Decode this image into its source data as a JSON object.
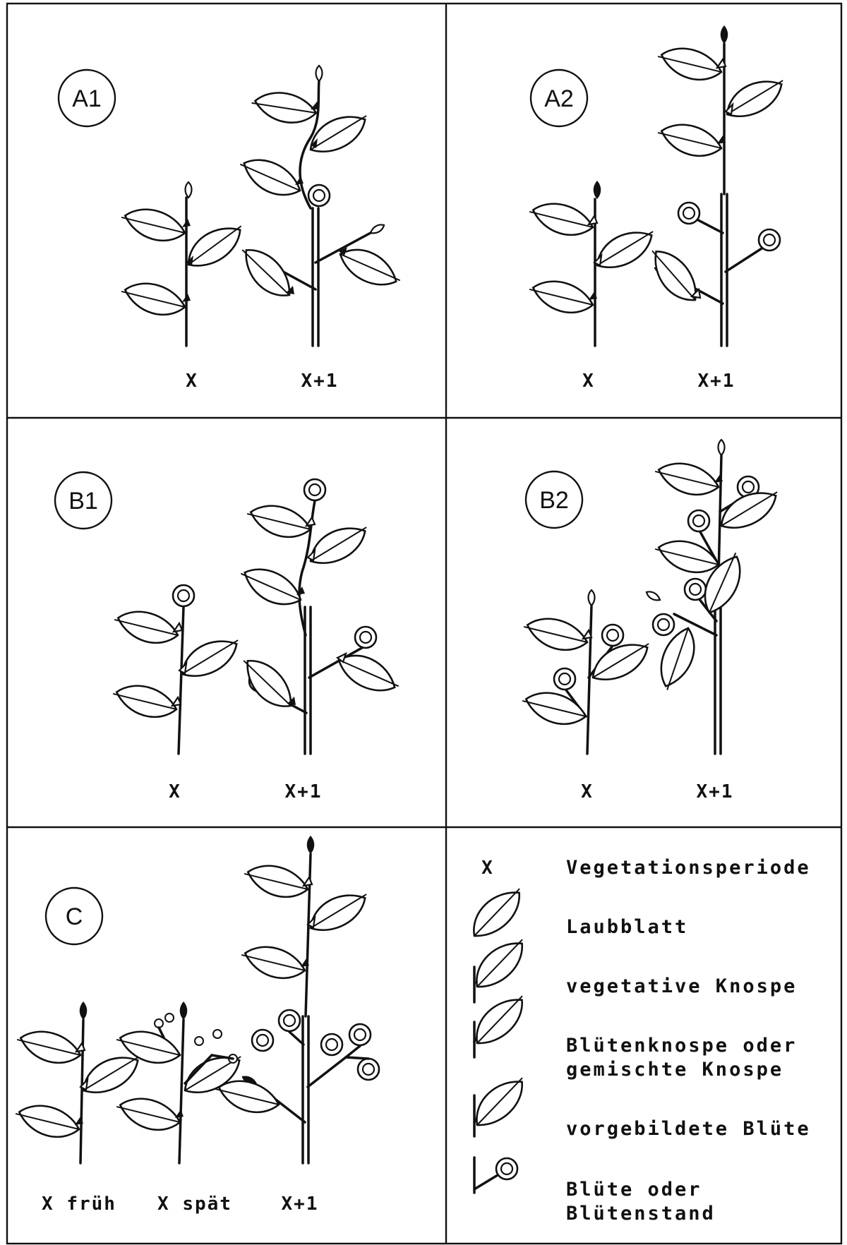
{
  "panels": {
    "a1": {
      "id": "A1",
      "labels": [
        "X",
        "X+1"
      ]
    },
    "a2": {
      "id": "A2",
      "labels": [
        "X",
        "X+1"
      ]
    },
    "b1": {
      "id": "B1",
      "labels": [
        "X",
        "X+1"
      ]
    },
    "b2": {
      "id": "B2",
      "labels": [
        "X",
        "X+1"
      ]
    },
    "c": {
      "id": "C",
      "labels": [
        "X früh",
        "X spät",
        "X+1"
      ]
    }
  },
  "legend": [
    {
      "symbol": "X",
      "text": [
        "Vegetationsperiode"
      ]
    },
    {
      "symbol": "leaf-icon",
      "text": [
        "Laubblatt"
      ]
    },
    {
      "symbol": "vegetative-bud-icon",
      "text": [
        "vegetative Knospe"
      ]
    },
    {
      "symbol": "mixed-bud-icon",
      "text": [
        "Blütenknospe oder",
        "gemischte Knospe"
      ]
    },
    {
      "symbol": "preformed-flower-icon",
      "text": [
        "vorgebildete Blüte"
      ]
    },
    {
      "symbol": "flower-icon",
      "text": [
        "Blüte oder",
        "Blütenstand"
      ]
    }
  ]
}
